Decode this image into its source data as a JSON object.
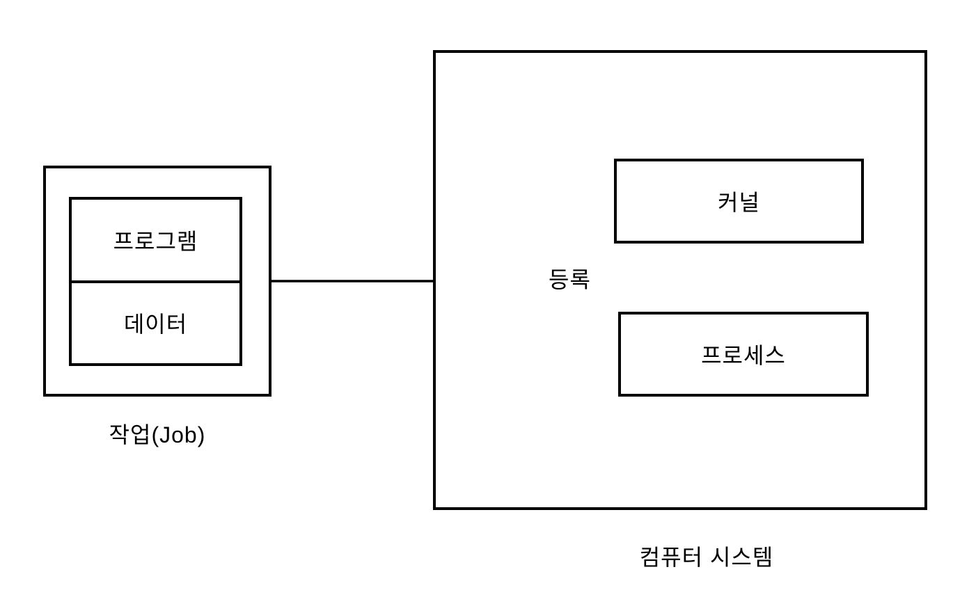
{
  "diagram": {
    "job": {
      "program_label": "프로그램",
      "data_label": "데이터",
      "caption": "작업(Job)"
    },
    "system": {
      "kernel_label": "커널",
      "process_label": "프로세스",
      "caption": "컴퓨터 시스템"
    },
    "edge": {
      "label": "등록"
    },
    "colors": {
      "stroke": "#000000",
      "background": "#ffffff",
      "text": "#000000"
    }
  }
}
